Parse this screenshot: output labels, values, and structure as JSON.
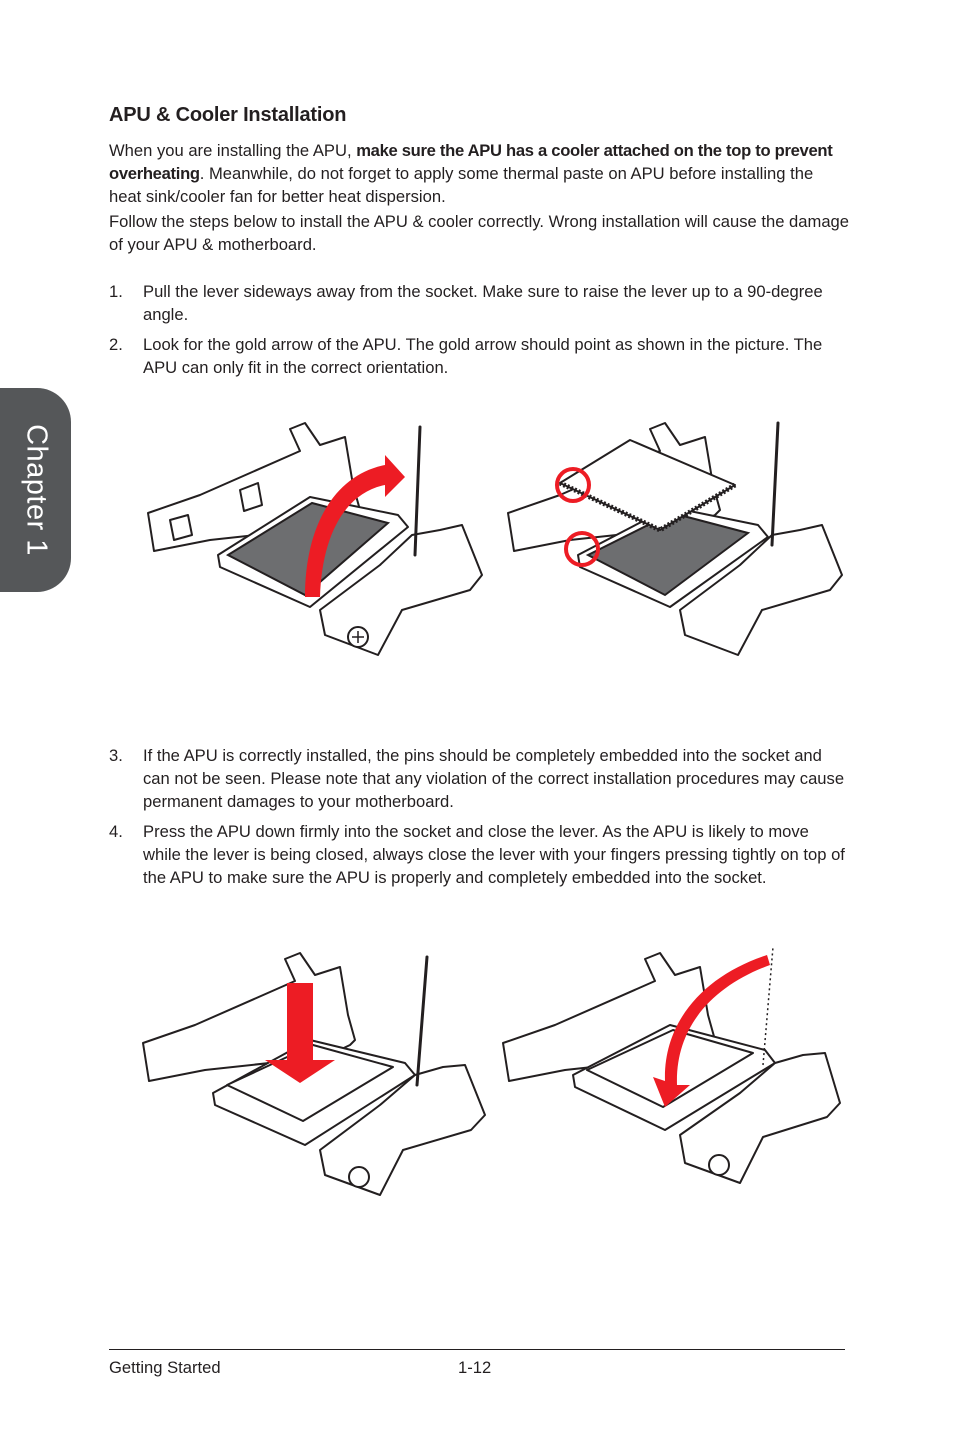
{
  "chapter_tab": "Chapter 1",
  "section_title": "APU & Cooler Installation",
  "intro": {
    "p1_before": "When you are installing the APU, ",
    "p1_bold": "make sure the APU has a cooler attached on the top to prevent overheating",
    "p1_after": ". Meanwhile, do not forget to apply some thermal paste on APU before installing the heat sink/cooler fan for better heat dispersion.",
    "p2": "Follow the steps below to install the APU & cooler correctly. Wrong installation will cause the damage of your APU & motherboard."
  },
  "steps": [
    {
      "num": "1.",
      "text": "Pull the lever sideways away from the socket.  Make sure to raise the lever up to a 90-degree angle."
    },
    {
      "num": "2.",
      "text": "Look for the gold arrow of the APU. The gold arrow should point as shown in the picture. The APU can only fit in the correct orientation."
    },
    {
      "num": "3.",
      "text": "If the APU is correctly installed, the pins should be completely embedded into the socket and can not be seen.  Please note that any violation of the correct installation procedures may cause permanent damages to your motherboard."
    },
    {
      "num": "4.",
      "text": "Press the APU down firmly into the socket and close the lever.  As the APU is likely to move while the lever is being closed, always close the lever with your fingers pressing tightly on top of the APU to make sure the APU is properly and completely embedded into the socket."
    }
  ],
  "colors": {
    "accent_red": "#ed1c24",
    "tab_gray": "#555759",
    "text": "#231f20"
  },
  "figures": [
    {
      "id": "fig-lever-raise",
      "arrow": "curved-up"
    },
    {
      "id": "fig-apu-orientation",
      "markers": "two-red-circles"
    },
    {
      "id": "fig-apu-press",
      "arrow": "straight-down"
    },
    {
      "id": "fig-lever-close",
      "arrow": "curved-down"
    }
  ],
  "footer": {
    "left": "Getting Started",
    "page": "1-12"
  }
}
